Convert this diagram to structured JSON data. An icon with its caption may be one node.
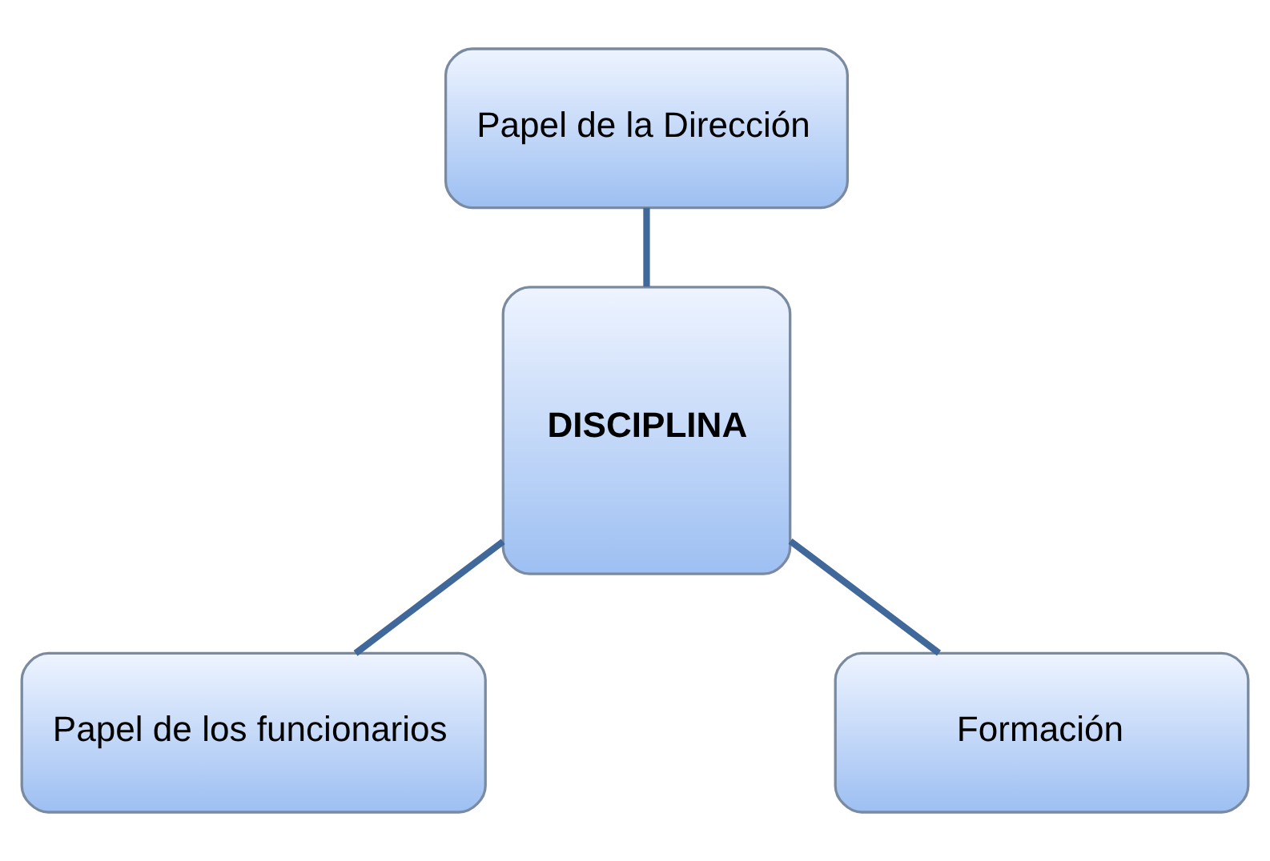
{
  "diagram": {
    "nodes": [
      {
        "text": [
          "Papel de la Dirección"
        ]
      },
      {
        "text": [
          "DISCIPLINA"
        ]
      },
      {
        "text": [
          "Papel de los funcionarios"
        ]
      },
      {
        "text": [
          "Formación"
        ]
      }
    ],
    "edges": [
      {
        "from": 0,
        "to": 1,
        "arrow": "none"
      },
      {
        "from": 1,
        "to": 2,
        "arrow": "none"
      },
      {
        "from": 1,
        "to": 3,
        "arrow": "none"
      }
    ]
  }
}
